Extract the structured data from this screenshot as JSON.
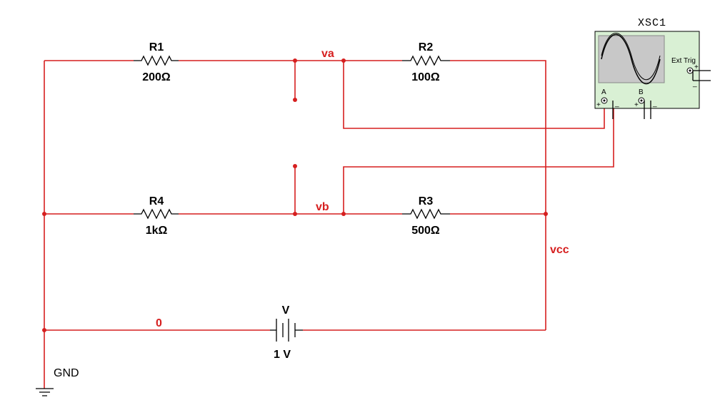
{
  "colors": {
    "wire": "#d61f1f",
    "component": "#000000",
    "scope_body": "#d9f0d4",
    "scope_screen": "#c8c8c8"
  },
  "resistors": {
    "r1": {
      "name": "R1",
      "value": "200Ω"
    },
    "r2": {
      "name": "R2",
      "value": "100Ω"
    },
    "r3": {
      "name": "R3",
      "value": "500Ω"
    },
    "r4": {
      "name": "R4",
      "value": "1kΩ"
    }
  },
  "source": {
    "name": "V",
    "value": "1 V"
  },
  "nets": {
    "va": "va",
    "vb": "vb",
    "vcc": "vcc",
    "zero": "0"
  },
  "ground": {
    "label": "GND"
  },
  "oscilloscope": {
    "name": "XSC1",
    "ext_trig": "Ext Trig",
    "channel_a": "A",
    "channel_b": "B",
    "plus": "+",
    "minus": "_"
  }
}
